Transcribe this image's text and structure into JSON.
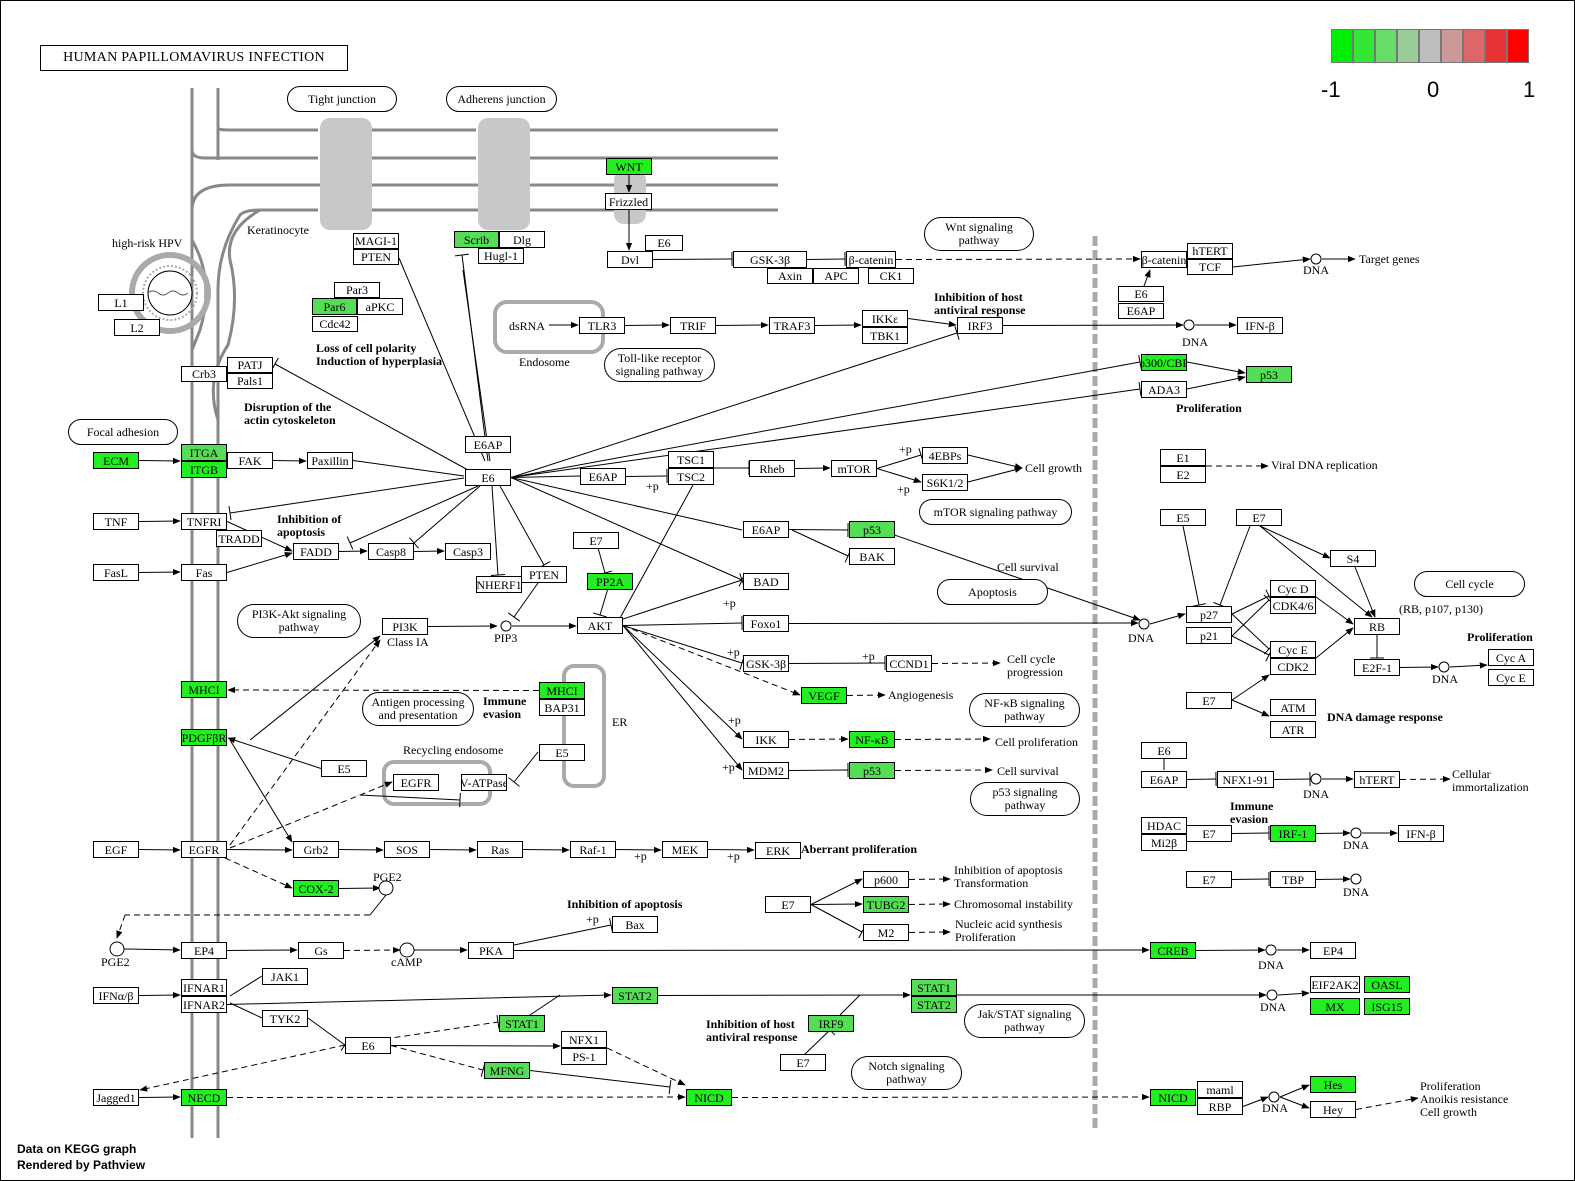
{
  "title": "HUMAN PAPILLOMAVIRUS INFECTION",
  "legend": {
    "min_label": "-1",
    "mid_label": "0",
    "max_label": "1",
    "colors": [
      "#00ee00",
      "#33e633",
      "#66dd66",
      "#99cc99",
      "#bebebe",
      "#cc9999",
      "#dd6666",
      "#e63333",
      "#ff0000"
    ]
  },
  "footer": {
    "line1": "Data on KEGG graph",
    "line2": "Rendered by Pathview"
  },
  "colors": {
    "highlight": "#22ee22",
    "membrane": "#888888",
    "pill_gray": "#c8c8c8"
  },
  "nodes": {
    "wnt": "WNT",
    "frizzled": "Frizzled",
    "e6_dvl": "E6",
    "dvl": "Dvl",
    "gsk3b_top": "GSK-3β",
    "axin": "Axin",
    "apc": "APC",
    "bcatenin_top": "β-catenin",
    "ck1": "CK1",
    "bcatenin_r": "β-catenin",
    "htert_r": "hTERT",
    "tcf": "TCF",
    "e6_r": "E6",
    "e6ap_r": "E6AP",
    "scrib": "Scrib",
    "dlg": "Dlg",
    "hugl1": "Hugl-1",
    "magi1": "MAGI-1",
    "pten_top": "PTEN",
    "par3": "Par3",
    "par6": "Par6",
    "apkc": "aPKC",
    "cdc42": "Cdc42",
    "l1": "L1",
    "l2": "L2",
    "crb3": "Crb3",
    "patj": "PATJ",
    "pals1": "Pals1",
    "tlr3": "TLR3",
    "trif": "TRIF",
    "traf3": "TRAF3",
    "ikke": "IKKε",
    "tbk1": "TBK1",
    "irf3": "IRF3",
    "ifnb_top": "IFN-β",
    "p300cbp": "p300/CBP",
    "ada3": "ADA3",
    "p53_top": "p53",
    "ecm": "ECM",
    "itga": "ITGA",
    "itgb": "ITGB",
    "fak": "FAK",
    "paxillin": "Paxillin",
    "e6ap_c": "E6AP",
    "e6_c": "E6",
    "e6ap_mid": "E6AP",
    "tsc1": "TSC1",
    "tsc2": "TSC2",
    "rheb": "Rheb",
    "mtor": "mTOR",
    "ebps": "4EBPs",
    "s6k": "S6K1/2",
    "e1": "E1",
    "e2": "E2",
    "tnf": "TNF",
    "tnfri": "TNFRI",
    "tradd": "TRADD",
    "fadd": "FADD",
    "casp8": "Casp8",
    "casp3": "Casp3",
    "fasl": "FasL",
    "fas": "Fas",
    "nherf1": "NHERF1",
    "pten_mid": "PTEN",
    "e7_pp2a": "E7",
    "pp2a": "PP2A",
    "e6ap_p53": "E6AP",
    "p53_mid": "p53",
    "bak": "BAK",
    "bad": "BAD",
    "e5_r": "E5",
    "e7_r": "E7",
    "s4": "S4",
    "p27": "p27",
    "p21": "p21",
    "cycd": "Cyc D",
    "cdk46": "CDK4/6",
    "cyce": "Cyc E",
    "cdk2": "CDK2",
    "rb": "RB",
    "e2f1": "E2F-1",
    "cyca_r": "Cyc A",
    "cyce_r": "Cyc E",
    "pi3k": "PI3K",
    "akt": "AKT",
    "foxo1": "Foxo1",
    "gsk3b_mid": "GSK-3β",
    "ccnd1": "CCND1",
    "vegf": "VEGF",
    "ikk": "IKK",
    "nfkb": "NF-κB",
    "mdm2": "MDM2",
    "p53_low": "p53",
    "e7_atm": "E7",
    "atm": "ATM",
    "atr": "ATR",
    "mhci_left": "MHCI",
    "mhci_er": "MHCI",
    "bap31": "BAP31",
    "e5_er": "E5",
    "pdgfbr": "PDGFβR",
    "e5_mid": "E5",
    "egfr_endo": "EGFR",
    "vatpase": "V-ATPase",
    "e6_tert": "E6",
    "e6ap_tert": "E6AP",
    "nfx191": "NFX1-91",
    "htert_low": "hTERT",
    "egf": "EGF",
    "egfr": "EGFR",
    "grb2": "Grb2",
    "sos": "SOS",
    "ras": "Ras",
    "raf1": "Raf-1",
    "mek": "MEK",
    "erk": "ERK",
    "hdac": "HDAC",
    "mi2b": "Mi2β",
    "e7_irf": "E7",
    "irf1": "IRF-1",
    "ifnb_r": "IFN-β",
    "cox2": "COX-2",
    "e7_p600": "E7",
    "p600": "p600",
    "tubg2": "TUBG2",
    "m2": "M2",
    "e7_tbp": "E7",
    "tbp": "TBP",
    "bax": "Bax",
    "ep4_l": "EP4",
    "gs": "Gs",
    "pka": "PKA",
    "creb": "CREB",
    "ep4_r": "EP4",
    "ifnab": "IFNα/β",
    "ifnar1": "IFNAR1",
    "ifnar2": "IFNAR2",
    "jak1": "JAK1",
    "tyk2": "TYK2",
    "stat2": "STAT2",
    "stat1_r": "STAT1",
    "stat2_r": "STAT2",
    "eif2ak2": "EIF2AK2",
    "oasl": "OASL",
    "mx": "MX",
    "isg15": "ISG15",
    "stat1": "STAT1",
    "e6_low": "E6",
    "nfx1": "NFX1",
    "ps1": "PS-1",
    "irf9": "IRF9",
    "e7_irf9": "E7",
    "mfng": "MFNG",
    "jagged1": "Jagged1",
    "necd": "NECD",
    "nicd": "NICD",
    "nicd_r": "NICD",
    "maml": "maml",
    "rbp": "RBP",
    "hes": "Hes",
    "hey": "Hey"
  },
  "pills": {
    "tight_junction": "Tight junction",
    "adherens_junction": "Adherens junction",
    "wnt_pathway": "Wnt signaling\npathway",
    "tlr_pathway": "Toll-like receptor\nsignaling pathway",
    "focal_adhesion": "Focal adhesion",
    "mtor_pathway": "mTOR signaling pathway",
    "apoptosis": "Apoptosis",
    "cell_cycle": "Cell cycle",
    "pi3k_pathway": "PI3K-Akt signaling\npathway",
    "antigen": "Antigen processing\nand presentation",
    "nfkb_pathway": "NF-κB signaling\npathway",
    "p53_pathway": "p53 signaling\npathway",
    "jakstat_pathway": "Jak/STAT signaling\npathway",
    "notch_pathway": "Notch signaling\npathway"
  },
  "labels": {
    "high_risk_hpv": "high-risk HPV",
    "keratinocyte": "Keratinocyte",
    "loss_polarity": "Loss of cell polarity\nInduction of hyperplasia",
    "disruption": "Disruption of the\nactin cytoskeleton",
    "dsrna": "dsRNA",
    "endosome": "Endosome",
    "inhib_host_top": "Inhibition of host\nantiviral response",
    "dna1": "DNA",
    "dna_tg": "DNA",
    "target_genes": "Target genes",
    "proliferation_top": "Proliferation",
    "cell_growth": "Cell growth",
    "viral_dna": "Viral DNA replication",
    "inhib_apop_mid": "Inhibition of\napoptosis",
    "cell_survival_1": "Cell survival",
    "dna_mid": "DNA",
    "class_ia": "Class IA",
    "pip3": "PIP3",
    "rb_family": "(RB, p107, p130)",
    "proliferation_r": "Proliferation",
    "dna_rb": "DNA",
    "cell_cycle_prog": "Cell cycle\nprogression",
    "angiogenesis": "Angiogenesis",
    "dna_damage": "DNA damage response",
    "immune_evasion_1": "Immune\nevasion",
    "er": "ER",
    "recycling_endosome": "Recycling endosome",
    "cell_prolif": "Cell proliferation",
    "cell_survival_2": "Cell survival",
    "dna_tert": "DNA",
    "cell_immort": "Cellular\nimmortalization",
    "aberrant_prolif": "Aberrant proliferation",
    "immune_evasion_2": "Immune\nevasion",
    "dna_irf": "DNA",
    "pge2_top": "PGE2",
    "inhib_apop_trans": "Inhibition of apoptosis\nTransformation",
    "chromosomal": "Chromosomal instability",
    "nucleic": "Nucleic acid synthesis\nProliferation",
    "dna_tbp": "DNA",
    "inhib_apop_bax": "Inhibition of apoptosis",
    "pge2_left": "PGE2",
    "camp": "cAMP",
    "dna_creb": "DNA",
    "dna_isg": "DNA",
    "inhib_host_low": "Inhibition of host\nantiviral response",
    "prolif_anoikis": "Proliferation\nAnoikis resistance\nCell growth",
    "dna_notch": "DNA",
    "p_labels": "+p"
  }
}
